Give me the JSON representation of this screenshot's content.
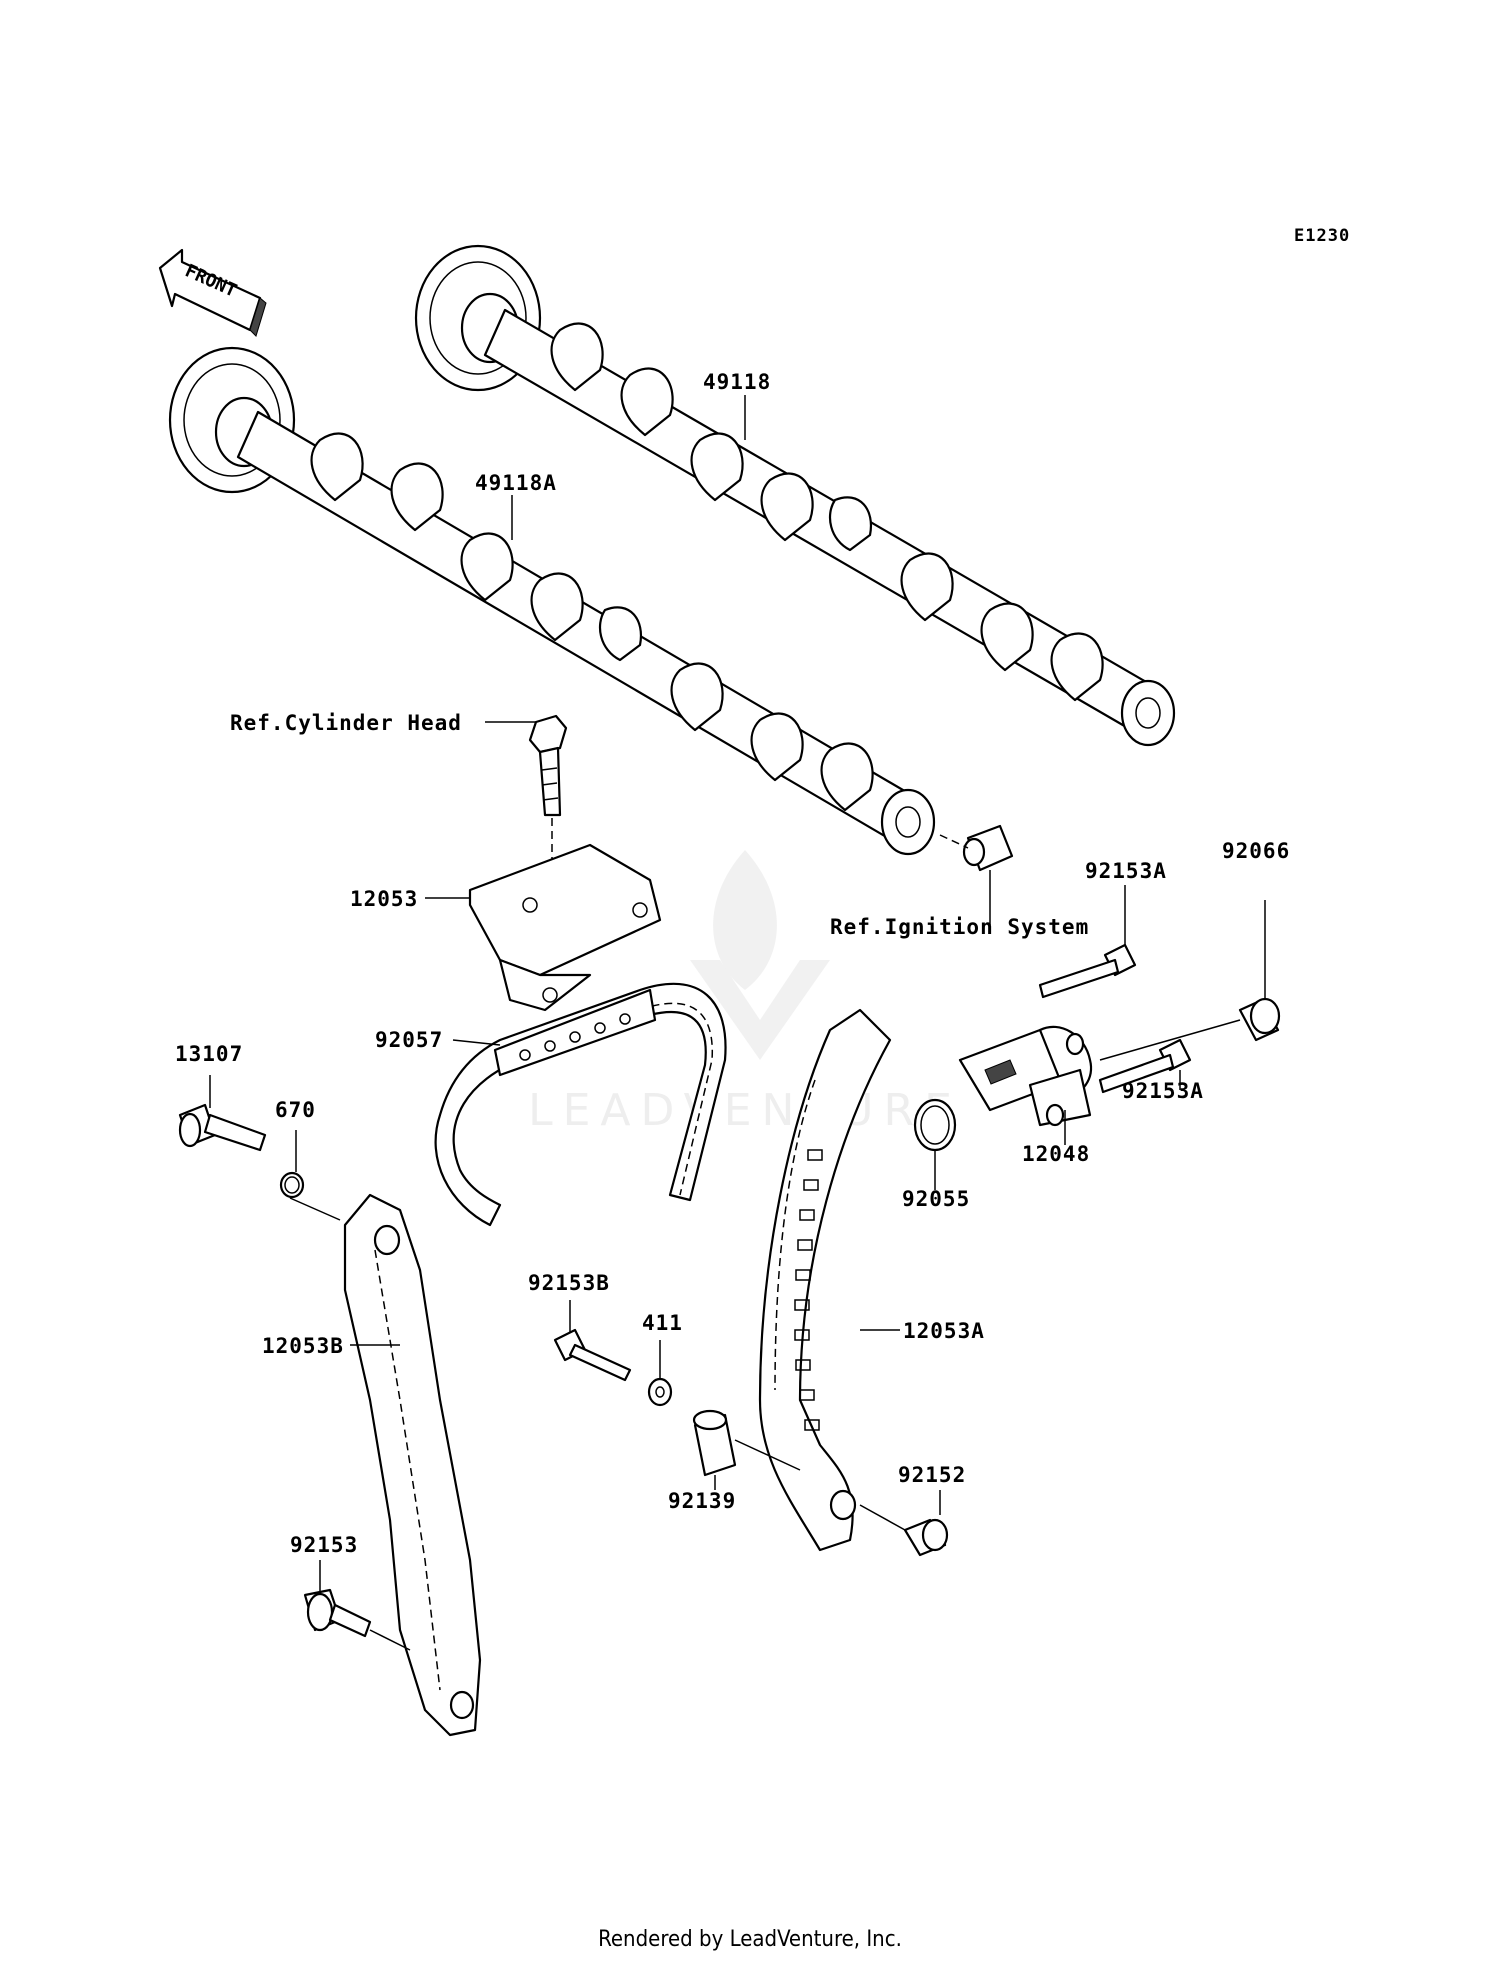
{
  "diagram_code": "E1230",
  "front_label": "FRONT",
  "footer_text": "Rendered by LeadVenture, Inc.",
  "watermark_text": "LEADVENTURE",
  "labels": {
    "p49118": "49118",
    "p49118A": "49118A",
    "ref_cylinder_head": "Ref.Cylinder Head",
    "p12053": "12053",
    "ref_ignition": "Ref.Ignition System",
    "p92153A_top": "92153A",
    "p92066": "92066",
    "p92057": "92057",
    "p13107": "13107",
    "p670": "670",
    "p92153A_bottom": "92153A",
    "p12048": "12048",
    "p92055": "92055",
    "p92153B": "92153B",
    "p411": "411",
    "p12053A": "12053A",
    "p12053B": "12053B",
    "p92139": "92139",
    "p92152": "92152",
    "p92153": "92153"
  }
}
